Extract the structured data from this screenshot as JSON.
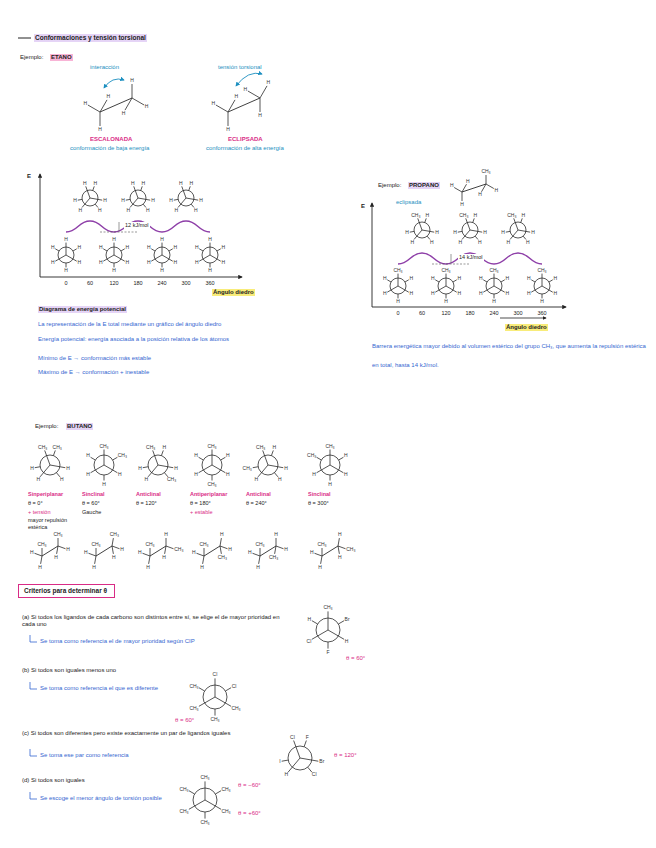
{
  "diagram": {
    "title": "Conformaciones y tensión torsional",
    "nodes": [
      {
        "text": [
          "Criterios para determinar θ"
        ]
      }
    ],
    "labels": [
      "Ejemplo:",
      "ETANO",
      "interacción",
      "H",
      "H",
      "H",
      "H",
      "H",
      "H",
      "ESCALONADA",
      "conformación de baja energía",
      "tensión torsional",
      "H",
      "H",
      "H",
      "H",
      "H",
      "H",
      "ECLIPSADA",
      "conformación de alta energía",
      "E",
      "H",
      "H",
      "H",
      "H",
      "H",
      "H",
      "H",
      "H",
      "H",
      "H",
      "H",
      "H",
      "H",
      "H",
      "H",
      "H",
      "H",
      "H",
      "H",
      "H",
      "H",
      "H",
      "H",
      "H",
      "H",
      "H",
      "H",
      "H",
      "H",
      "H",
      "H",
      "H",
      "H",
      "H",
      "H",
      "H",
      "H",
      "H",
      "H",
      "H",
      "H",
      "H",
      "12 kJ/mol",
      "0",
      "60",
      "120",
      "180",
      "240",
      "300",
      "360",
      "Ángulo diedro",
      "Diagrama de energía potencial",
      "La representación de la E total mediante un gráfico del ángulo diedro",
      "Energía potencial: energía asociada a la posición relativa de los átomos",
      "Mínimo de E → conformación más estable",
      "Máximo de E → conformación + inestable",
      "Ejemplo:",
      "PROPANO",
      "H",
      "H",
      "H",
      "CH₃",
      "H",
      "H",
      "E",
      "eclipsada",
      "CH₃",
      "H",
      "H",
      "H",
      "H",
      "H",
      "CH₃",
      "H",
      "H",
      "H",
      "H",
      "H",
      "CH₃",
      "H",
      "H",
      "H",
      "H",
      "H",
      "CH₃",
      "H",
      "H",
      "H",
      "H",
      "H",
      "CH₃",
      "H",
      "H",
      "H",
      "H",
      "H",
      "CH₃",
      "H",
      "H",
      "H",
      "H",
      "H",
      "CH₃",
      "H",
      "H",
      "H",
      "H",
      "H",
      "14 kJ/mol",
      "0",
      "60",
      "120",
      "180",
      "240",
      "300",
      "360",
      "Ángulo diedro",
      "Barrera energética mayor debido al volumen estérico del grupo CH₃, que aumenta la repulsión estérica",
      "en total, hasta 14 kJ/mol.",
      "Ejemplo:",
      "BUTANO",
      "CH₃",
      "H",
      "H",
      "CH₃",
      "H",
      "H",
      "CH₃",
      "H",
      "H",
      "CH₃",
      "H",
      "H",
      "CH₃",
      "H",
      "H",
      "CH₃",
      "H",
      "H",
      "CH₃",
      "H",
      "H",
      "CH₃",
      "H",
      "H",
      "CH₃",
      "H",
      "H",
      "CH₃",
      "H",
      "H",
      "CH₃",
      "H",
      "H",
      "CH₃",
      "H",
      "H",
      "Sinperiplanar",
      "θ = 0°",
      "+ tensión",
      "mayor repulsión estérica",
      "Sinclinal",
      "θ = 60°",
      "Gauche",
      "Anticlinal",
      "θ = 120°",
      "Antiperiplanar",
      "θ = 180°",
      "+ estable",
      "Anticlinal",
      "θ = 240°",
      "Sinclinal",
      "θ = 300°",
      "CH₃",
      "H",
      "H",
      "CH₃",
      "H",
      "H",
      "CH₃",
      "H",
      "H",
      "CH₃",
      "H",
      "H",
      "CH₃",
      "H",
      "H",
      "CH₃",
      "H",
      "H",
      "CH₃",
      "H",
      "H",
      "CH₃",
      "H",
      "H",
      "CH₃",
      "H",
      "H",
      "CH₃",
      "H",
      "H",
      "CH₃",
      "H",
      "H",
      "CH₃",
      "H",
      "H",
      "(a) Si todos los ligandos de cada carbono son distintos entre sí, se elige el de mayor prioridad en cada uno",
      "Se toma como referencia el de mayor prioridad según CIP",
      "CH₃",
      "H",
      "Cl",
      "Br",
      "F",
      "H",
      "θ = 60°",
      "(b) Si todos son iguales menos uno",
      "Se toma como referencia el que es diferente",
      "Cl",
      "CH₃",
      "CH₃",
      "Cl",
      "CH₃",
      "CH₃",
      "θ = 60°",
      "(c) Si todos son diferentes pero existe exactamente un par de ligandos iguales",
      "Se toma ese par como referencia",
      "Cl",
      "Br",
      "H",
      "F",
      "Cl",
      "I",
      "θ = 120°",
      "(d) Si todos son iguales",
      "Se escoge el menor ángulo de torsión posible",
      "CH₃",
      "CH₃",
      "CH₃",
      "CH₃",
      "CH₃",
      "CH₃",
      "θ = −60°",
      "θ = +60°"
    ]
  }
}
